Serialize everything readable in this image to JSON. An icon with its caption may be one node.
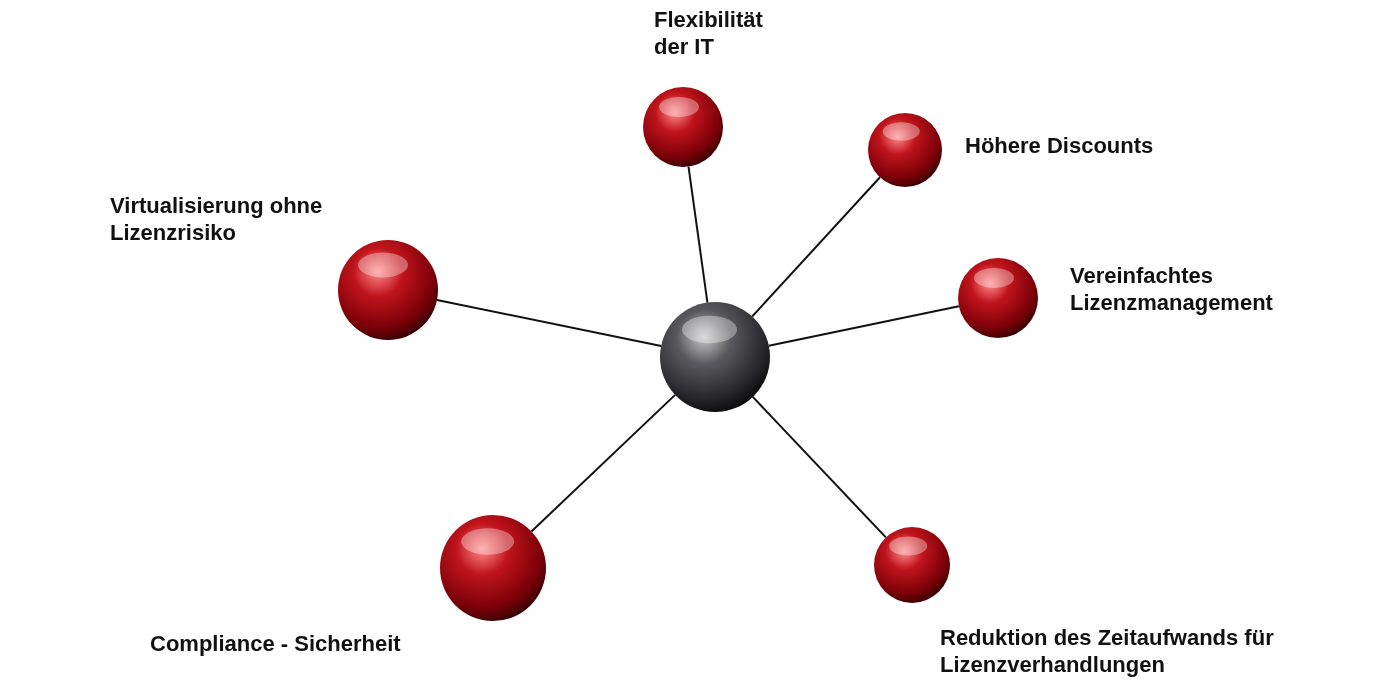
{
  "diagram": {
    "nodes": [
      {
        "text": [],
        "shape": "circle"
      },
      {
        "text": [],
        "shape": "circle",
        "beside": [
          "Flexibilität der IT"
        ]
      },
      {
        "text": [],
        "shape": "circle",
        "beside": [
          "Höhere Discounts"
        ]
      },
      {
        "text": [],
        "shape": "circle",
        "beside": [
          "Vereinfachtes Lizenzmanagement"
        ]
      },
      {
        "text": [],
        "shape": "circle",
        "beside": [
          "Reduktion des Zeitaufwands für Lizenzverhandlungen"
        ]
      },
      {
        "text": [],
        "shape": "circle",
        "beside": [
          "Compliance - Sicherheit"
        ]
      },
      {
        "text": [],
        "shape": "circle",
        "beside": [
          "Virtualisierung ohne Lizenzrisiko"
        ]
      }
    ],
    "edges": [
      {
        "from": 0,
        "to": 1,
        "arrow": "none"
      },
      {
        "from": 0,
        "to": 2,
        "arrow": "none"
      },
      {
        "from": 0,
        "to": 3,
        "arrow": "none"
      },
      {
        "from": 0,
        "to": 4,
        "arrow": "none"
      },
      {
        "from": 0,
        "to": 5,
        "arrow": "none"
      },
      {
        "from": 0,
        "to": 6,
        "arrow": "none"
      }
    ]
  }
}
